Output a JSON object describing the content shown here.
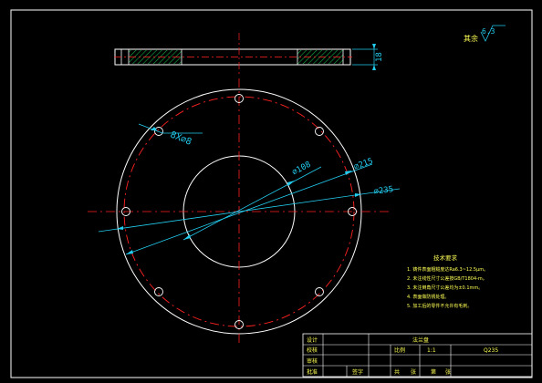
{
  "drawing": {
    "colors": {
      "background": "#000000",
      "frame": "#ffffff",
      "outline": "#ffffff",
      "centerline": "#ff2222",
      "dimension": "#22ccee",
      "text": "#ffff55",
      "section_hatch": "#11aa44"
    },
    "roughness": {
      "label": "其余",
      "value": "6.3"
    },
    "thickness_dim": "18",
    "dims": {
      "holes": "8X⌀8",
      "inner": "⌀108",
      "pitch": "⌀215",
      "outer": "⌀235"
    },
    "notes": {
      "title": "技术要求",
      "items": [
        "1. 铸件表面粗糙度达Ra6.3~12.5μm。",
        "2. 未注线性尺寸公差按GB/T1804-m。",
        "3. 未注倒角尺寸公差均为±0.1mm。",
        "4. 表面做防锈处理。",
        "5. 加工后的零件不允许有毛刺。"
      ]
    },
    "title_block": {
      "part_name": "法兰盘",
      "rows": [
        "设计",
        "校核",
        "审核",
        "批准"
      ],
      "scale_label": "比例",
      "scale_value": "1:1",
      "material": "Q235",
      "sign_label": "签字",
      "sheet_items": [
        "共",
        "张",
        "第",
        "张"
      ]
    }
  }
}
